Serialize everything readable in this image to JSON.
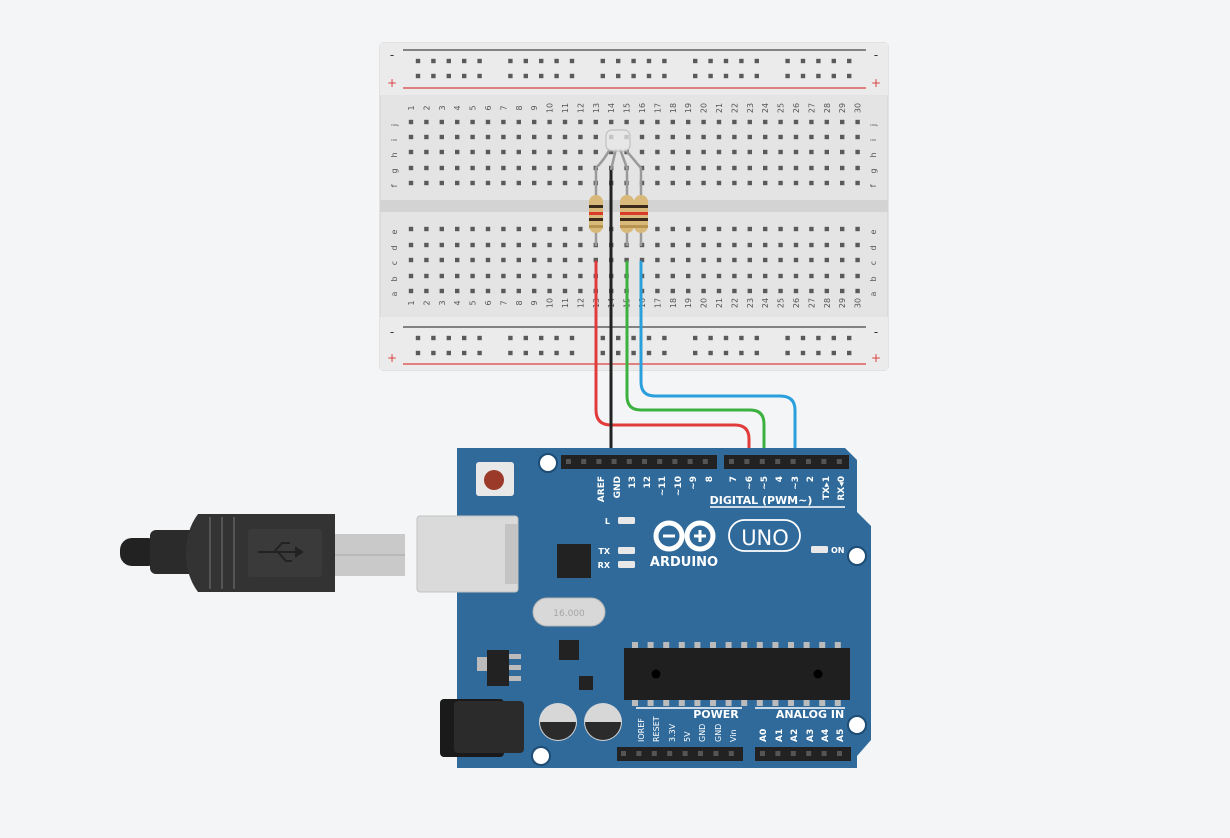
{
  "breadboard": {
    "columns": [
      "1",
      "2",
      "3",
      "4",
      "5",
      "6",
      "7",
      "8",
      "9",
      "10",
      "11",
      "12",
      "13",
      "14",
      "15",
      "16",
      "17",
      "18",
      "19",
      "20",
      "21",
      "22",
      "23",
      "24",
      "25",
      "26",
      "27",
      "28",
      "29",
      "30"
    ],
    "rows_top": [
      "j",
      "i",
      "h",
      "g",
      "f"
    ],
    "rows_bottom": [
      "e",
      "d",
      "c",
      "b",
      "a"
    ],
    "rail_minus": "-",
    "rail_plus": "+"
  },
  "arduino": {
    "brand": "ARDUINO",
    "model": "UNO",
    "header_top_left": [
      "AREF",
      "GND",
      "13",
      "12",
      "~11",
      "~10",
      "~9",
      "8"
    ],
    "header_top_right": [
      "7",
      "~6",
      "~5",
      "4",
      "~3",
      "2",
      "TX▸1",
      "RX◂0"
    ],
    "digital_label": "DIGITAL (PWM~)",
    "led_l": "L",
    "led_tx": "TX",
    "led_rx": "RX",
    "on_label": "ON",
    "crystal_text": "16.000",
    "power_label": "POWER",
    "power_pins": [
      "IOREF",
      "RESET",
      "3.3V",
      "5V",
      "GND",
      "GND",
      "Vin"
    ],
    "analog_label": "ANALOG IN",
    "analog_pins": [
      "A0",
      "A1",
      "A2",
      "A3",
      "A4",
      "A5"
    ]
  },
  "colors": {
    "board": "#2f6a9b",
    "wire_red": "#e23b3b",
    "wire_green": "#3cb13f",
    "wire_blue": "#2a9fdc",
    "wire_black": "#222222",
    "rail_red": "#d94141",
    "background": "#f4f5f7"
  },
  "components": {
    "usb_cable": "usb-b-cable",
    "led": "rgb-led-common-cathode",
    "resistor_count": 3
  }
}
